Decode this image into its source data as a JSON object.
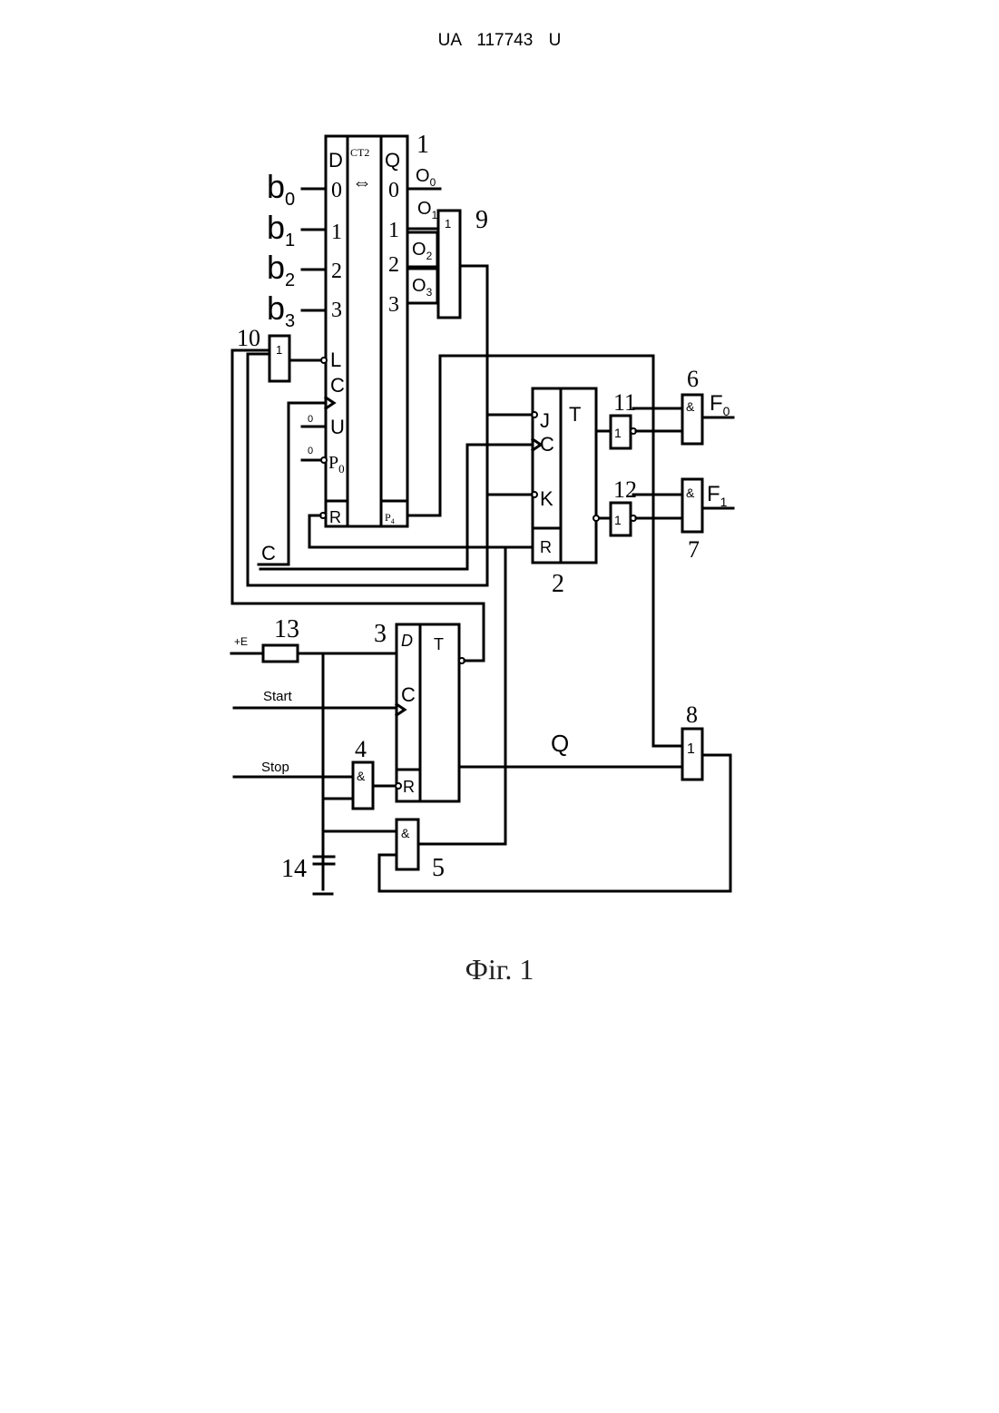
{
  "header": {
    "publication": "UA",
    "number": "117743",
    "kind": "U"
  },
  "caption": "Фіг. 1",
  "element_numbers": {
    "n1": "1",
    "n2": "2",
    "n3": "3",
    "n4": "4",
    "n5": "5",
    "n6": "6",
    "n7": "7",
    "n8": "8",
    "n9": "9",
    "n10": "10",
    "n11": "11",
    "n12": "12",
    "n13": "13",
    "n14": "14"
  },
  "counter": {
    "label_d": "D",
    "label_ct": "CT2",
    "label_updown": "⇔",
    "label_q": "Q",
    "in_0": "0",
    "in_1": "1",
    "in_2": "2",
    "in_3": "3",
    "out_0": "0",
    "out_1": "1",
    "out_2": "2",
    "out_3": "3",
    "pin_l": "L",
    "pin_c": "C",
    "pin_u": "U",
    "pin_p0": "P0",
    "pin_r": "R",
    "pin_p4": "P4",
    "const_u": "0",
    "const_p0": "0"
  },
  "inputs": {
    "b0": "b0",
    "b1": "b1",
    "b2": "b2",
    "b3": "b3"
  },
  "outputs": {
    "o0": "O0",
    "o1": "O1",
    "o2": "O2",
    "o3": "O3"
  },
  "jk_trigger": {
    "title": "T",
    "pin_j": "J",
    "pin_c": "C",
    "pin_k": "K",
    "pin_r": "R"
  },
  "d_trigger": {
    "title": "T",
    "pin_d": "D",
    "pin_c": "C",
    "pin_r": "R"
  },
  "gates": {
    "or_symbol": "1",
    "and_symbol": "&",
    "not_symbol": "1"
  },
  "signals": {
    "f0": "F0",
    "f1": "F1",
    "clock": "C",
    "power": "+E",
    "start": "Start",
    "stop": "Stop",
    "q": "Q"
  }
}
